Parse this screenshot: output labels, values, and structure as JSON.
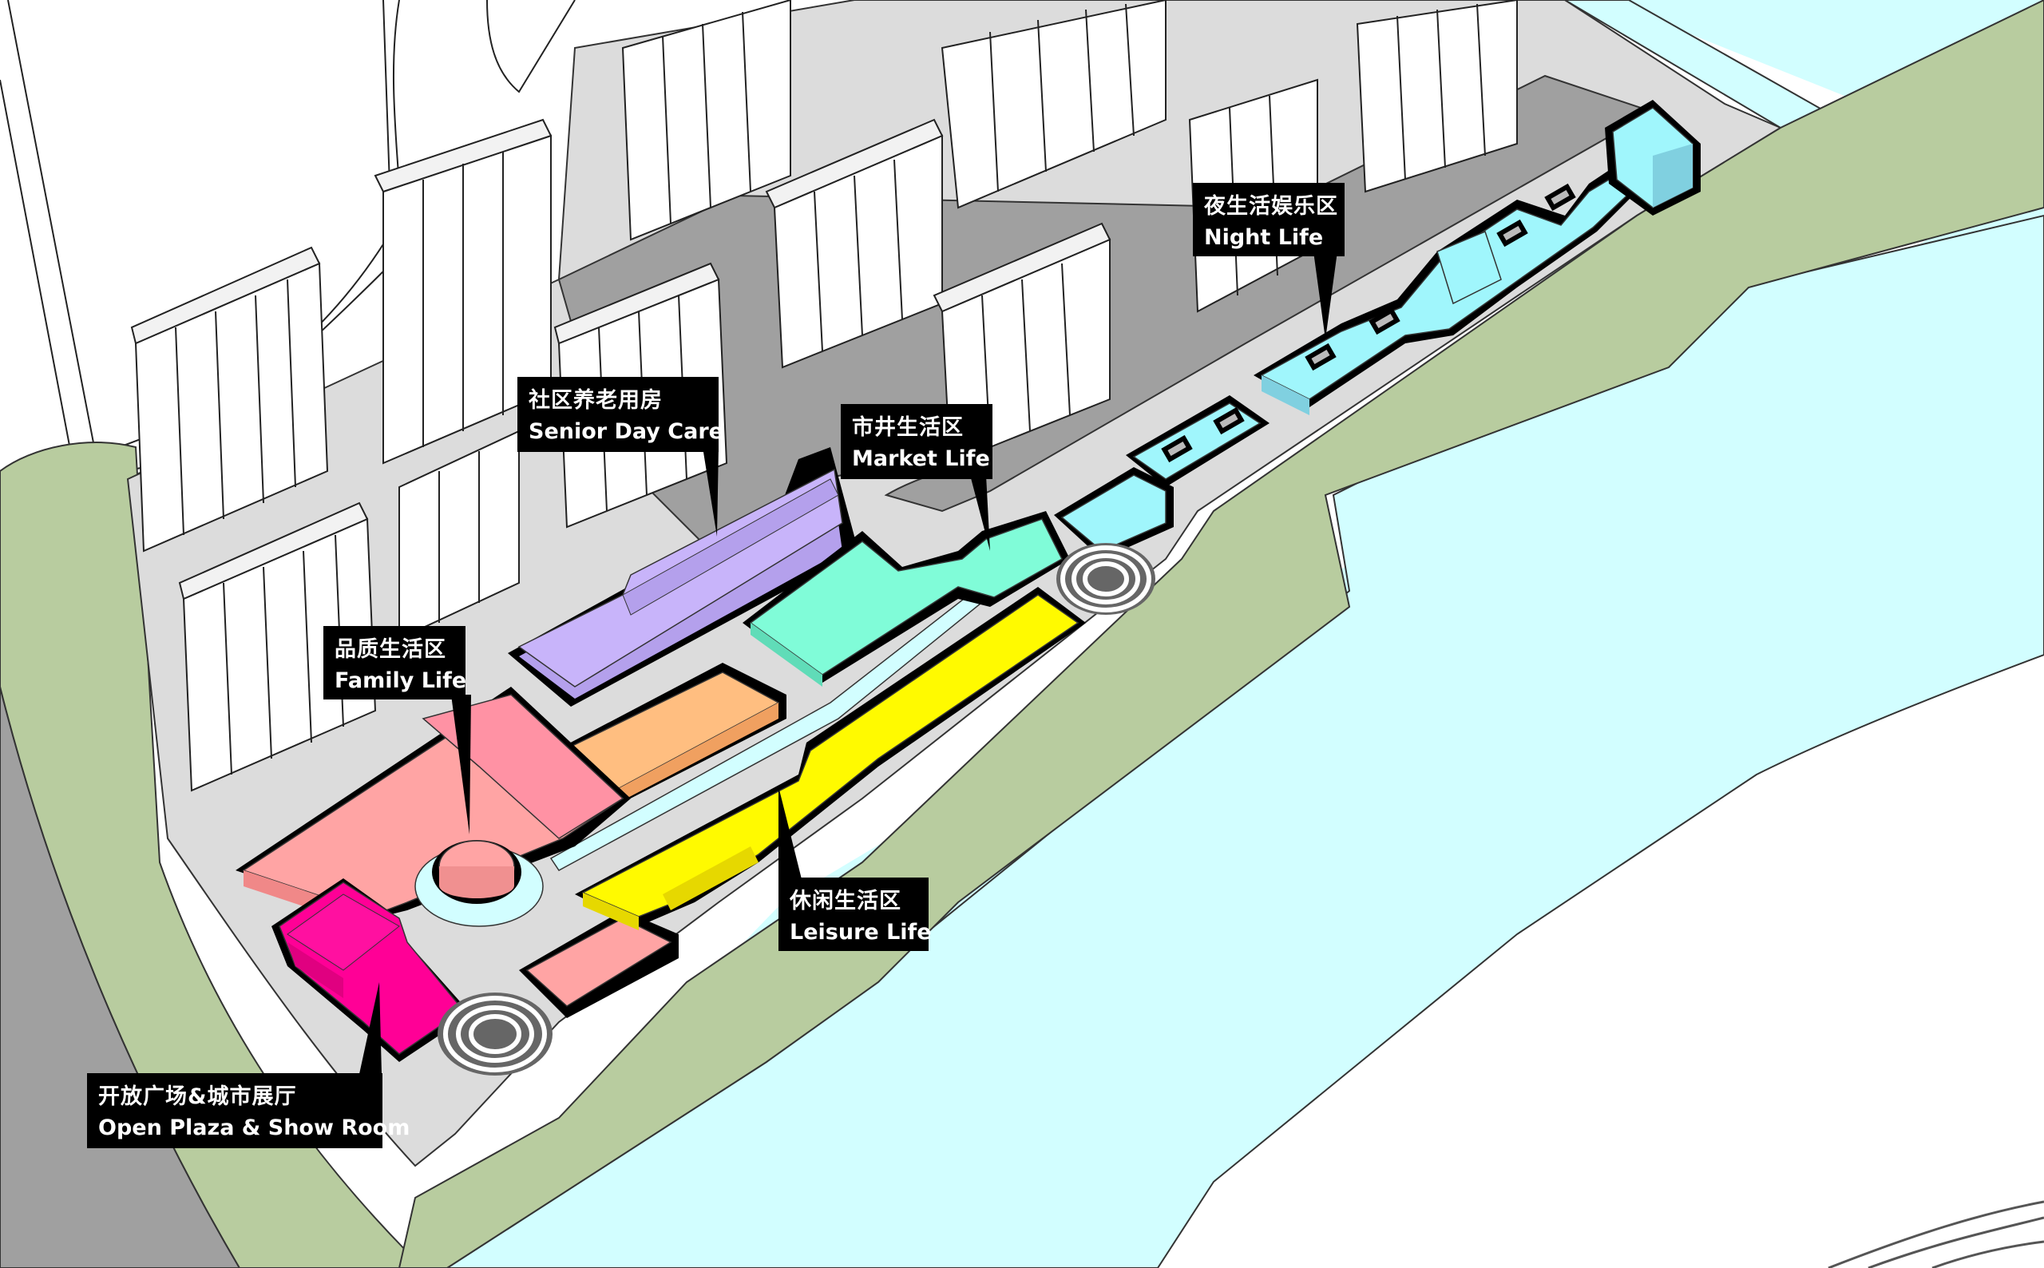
{
  "diagram": {
    "type": "isometric-site-program-diagram",
    "colors": {
      "background": "#ffffff",
      "ground_plaza": "#dcdcdc",
      "road_dark": "#a0a0a0",
      "green_bank": "#b8cc9f",
      "river": "#d2feff",
      "tower": "#ffffff",
      "senior_day_care": "#c8b4fa",
      "market_life": "#80fcd8",
      "night_life": "#a0f6fc",
      "family_life_a": "#ffa4a4",
      "family_life_b": "#ff92a4",
      "family_life_orange": "#ffbe80",
      "leisure_life": "#fffa00",
      "open_plaza_show_room": "#ff0096",
      "label_bg": "#000000",
      "label_text": "#ffffff"
    },
    "zones": [
      {
        "id": "senior",
        "zh": "社区养老用房",
        "en": "Senior Day Care",
        "color": "#c8b4fa"
      },
      {
        "id": "market",
        "zh": "市井生活区",
        "en": "Market Life",
        "color": "#80fcd8"
      },
      {
        "id": "night",
        "zh": "夜生活娱乐区",
        "en": "Night Life",
        "color": "#a0f6fc"
      },
      {
        "id": "family",
        "zh": "品质生活区",
        "en": "Family Life",
        "color": "#ffa4a4"
      },
      {
        "id": "leisure",
        "zh": "休闲生活区",
        "en": "Leisure Life",
        "color": "#fffa00"
      },
      {
        "id": "plaza",
        "zh": "开放广场&城市展厅",
        "en": "Open Plaza & Show Room",
        "color": "#ff0096"
      }
    ]
  }
}
